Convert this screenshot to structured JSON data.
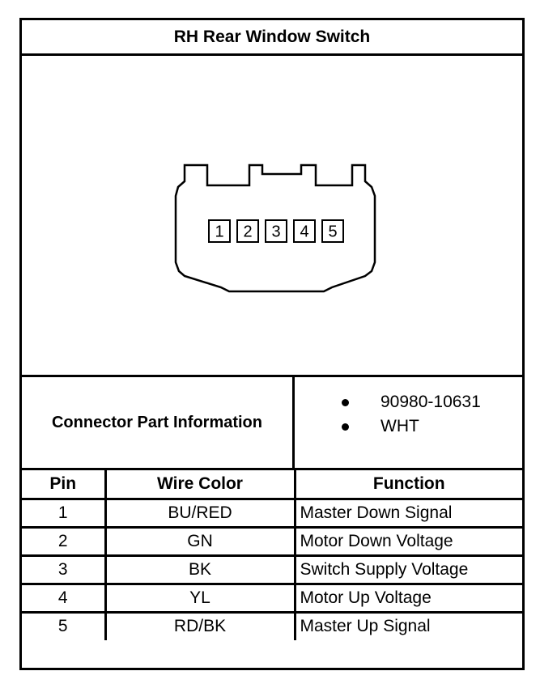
{
  "title": "RH Rear Window Switch",
  "connector": {
    "pins": [
      "1",
      "2",
      "3",
      "4",
      "5"
    ]
  },
  "connector_info": {
    "label": "Connector Part Information",
    "items": [
      "90980-10631",
      "WHT"
    ]
  },
  "table": {
    "headers": {
      "pin": "Pin",
      "wire_color": "Wire Color",
      "function": "Function"
    },
    "rows": [
      {
        "pin": "1",
        "wire_color": "BU/RED",
        "function": "Master Down Signal"
      },
      {
        "pin": "2",
        "wire_color": "GN",
        "function": "Motor Down Voltage"
      },
      {
        "pin": "3",
        "wire_color": "BK",
        "function": "Switch Supply Voltage"
      },
      {
        "pin": "4",
        "wire_color": "YL",
        "function": "Motor Up Voltage"
      },
      {
        "pin": "5",
        "wire_color": "RD/BK",
        "function": "Master Up Signal"
      }
    ]
  }
}
